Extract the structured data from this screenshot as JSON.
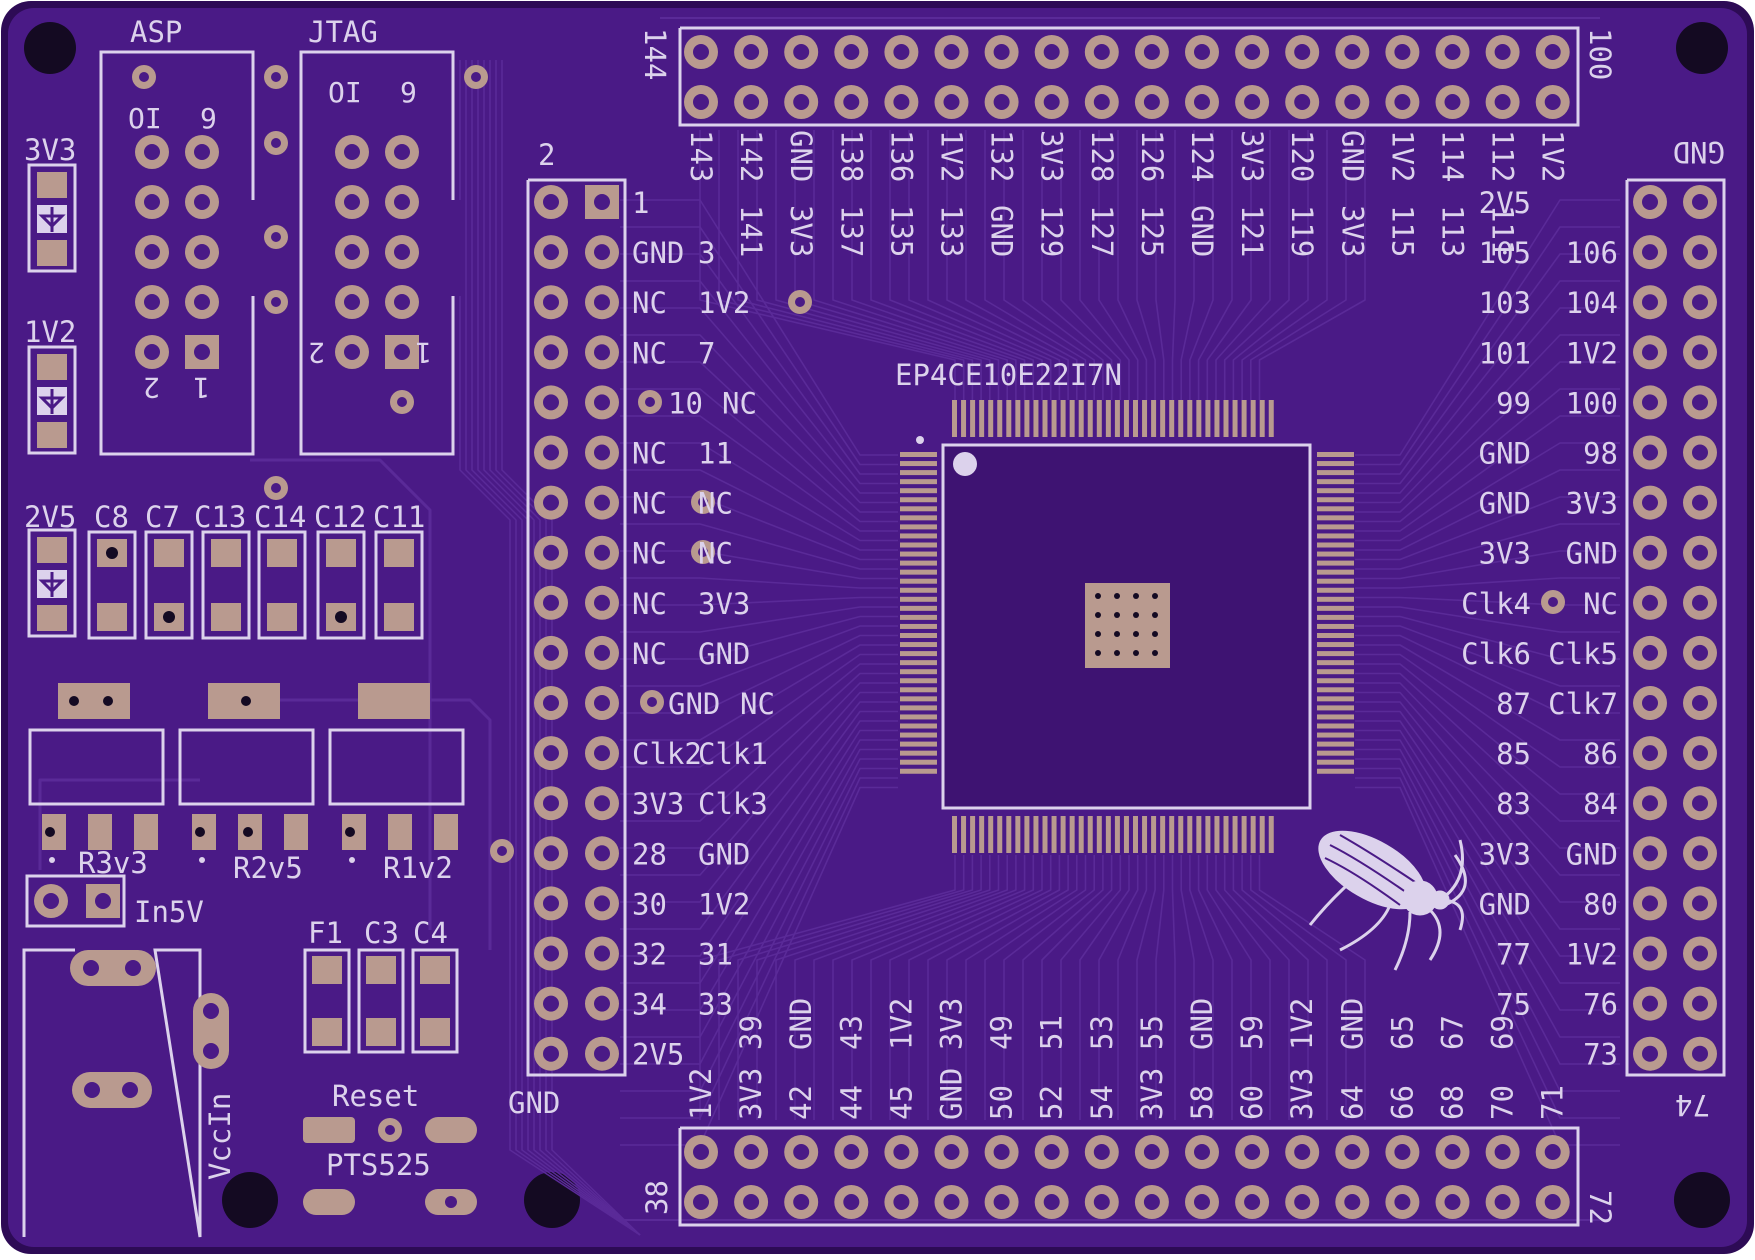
{
  "colors": {
    "mask": "#4a1a86",
    "mask_dark": "#3e1372",
    "edge": "#2d0b55",
    "trace": "#5a2a98",
    "silk": "#dcd2ec",
    "copper": "#b99a8f",
    "hole": "#140a22"
  },
  "labels": {
    "asp": "ASP",
    "jtag": "JTAG",
    "p3v3": "3V3",
    "p1v2": "1V2",
    "p2v5": "2V5",
    "c8": "C8",
    "c7": "C7",
    "c13": "C13",
    "c14": "C14",
    "c12": "C12",
    "c11": "C11",
    "r3v3": "R3v3",
    "r2v5": "R2v5",
    "r1v2": "R1v2",
    "in5v": "In5V",
    "f1": "F1",
    "c3": "C3",
    "c4": "C4",
    "reset": "Reset",
    "pts525": "PTS525",
    "vccin": "VccIn",
    "gnd_bottom": "GND",
    "gnd_topright": "GND",
    "chip": "EP4CE10E22I7N",
    "two": "2",
    "n144": "144",
    "n100": "100",
    "n38": "38",
    "n72": "72",
    "n74": "74",
    "asp_io": "OI",
    "asp_nine": "9",
    "asp_two": "2",
    "asp_one": "1",
    "jtag_io": "OI",
    "jtag_nine": "9",
    "jtag_two": "2",
    "jtag_one": "1"
  },
  "left_header": {
    "col1": [
      "1",
      "GND",
      "NC",
      "NC",
      "",
      "NC",
      "NC",
      "NC",
      "NC",
      "NC",
      "",
      "Clk2",
      "3V3",
      "28",
      "30",
      "32",
      "34",
      "2V5"
    ],
    "col2": [
      "",
      "3",
      "1V2",
      "7",
      "10",
      "11",
      "NC",
      "NC",
      "3V3",
      "GND",
      "GND",
      "Clk1",
      "Clk3",
      "GND",
      "1V2",
      "31",
      "33",
      ""
    ],
    "col3": [
      "",
      "",
      "",
      "",
      "NC",
      "",
      "",
      "",
      "",
      "",
      "NC",
      "",
      "",
      "",
      "",
      "",
      "",
      ""
    ]
  },
  "right_header": {
    "col1": [
      "2V5",
      "105",
      "103",
      "101",
      "99",
      "GND",
      "GND",
      "3V3",
      "Clk4",
      "Clk6",
      "87",
      "85",
      "83",
      "3V3",
      "GND",
      "77",
      "75",
      ""
    ],
    "col2": [
      "",
      "106",
      "104",
      "1V2",
      "100",
      "98",
      "3V3",
      "GND",
      "NC",
      "Clk5",
      "Clk7",
      "86",
      "84",
      "GND",
      "80",
      "1V2",
      "76",
      "73"
    ]
  },
  "top_header": {
    "row1": [
      "143",
      "142",
      "GND",
      "138",
      "136",
      "1V2",
      "132",
      "3V3",
      "128",
      "126",
      "124",
      "3V3",
      "120",
      "GND",
      "1V2",
      "114",
      "112",
      "1V2"
    ],
    "row2": [
      "",
      "141",
      "3V3",
      "137",
      "135",
      "133",
      "GND",
      "129",
      "127",
      "125",
      "GND",
      "121",
      "119",
      "3V3",
      "115",
      "113",
      "111",
      ""
    ]
  },
  "bottom_header": {
    "row1": [
      "",
      "39",
      "GND",
      "43",
      "1V2",
      "3V3",
      "49",
      "51",
      "53",
      "55",
      "GND",
      "59",
      "1V2",
      "GND",
      "65",
      "67",
      "69",
      ""
    ],
    "row2": [
      "1V2",
      "3V3",
      "42",
      "44",
      "45",
      "GND",
      "50",
      "52",
      "54",
      "3V3",
      "58",
      "60",
      "3V3",
      "64",
      "66",
      "68",
      "70",
      "71"
    ]
  }
}
